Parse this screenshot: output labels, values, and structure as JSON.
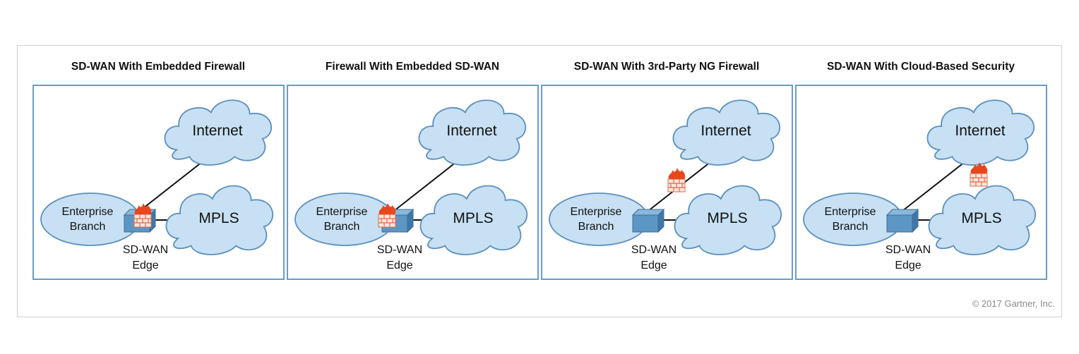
{
  "panels": [
    {
      "title": "SD-WAN With Embedded Firewall",
      "firewall_position": "on-edge-device"
    },
    {
      "title": "Firewall With Embedded SD-WAN",
      "firewall_position": "in-front-of-edge-device"
    },
    {
      "title": "SD-WAN With 3rd-Party NG Firewall",
      "firewall_position": "on-internet-link-near-edge"
    },
    {
      "title": "SD-WAN With Cloud-Based Security",
      "firewall_position": "on-internet-link-near-cloud"
    }
  ],
  "labels": {
    "internet": "Internet",
    "mpls": "MPLS",
    "enterprise": "Enterprise",
    "branch": "Branch",
    "sdwan": "SD-WAN",
    "edge": "Edge"
  },
  "icons": {
    "firewall": "firewall-icon",
    "edge_device": "sd-wan-edge-device-icon",
    "cloud": "cloud-icon"
  },
  "colors": {
    "panel_border": "#6a9cc8",
    "cloud_fill": "#c7e0f3",
    "cloud_stroke": "#5b8fbf",
    "device_fill": "#5b96c4",
    "firewall_flame": "#e8471c",
    "firewall_brick": "#e06a4a"
  },
  "copyright": "© 2017 Gartner, Inc."
}
